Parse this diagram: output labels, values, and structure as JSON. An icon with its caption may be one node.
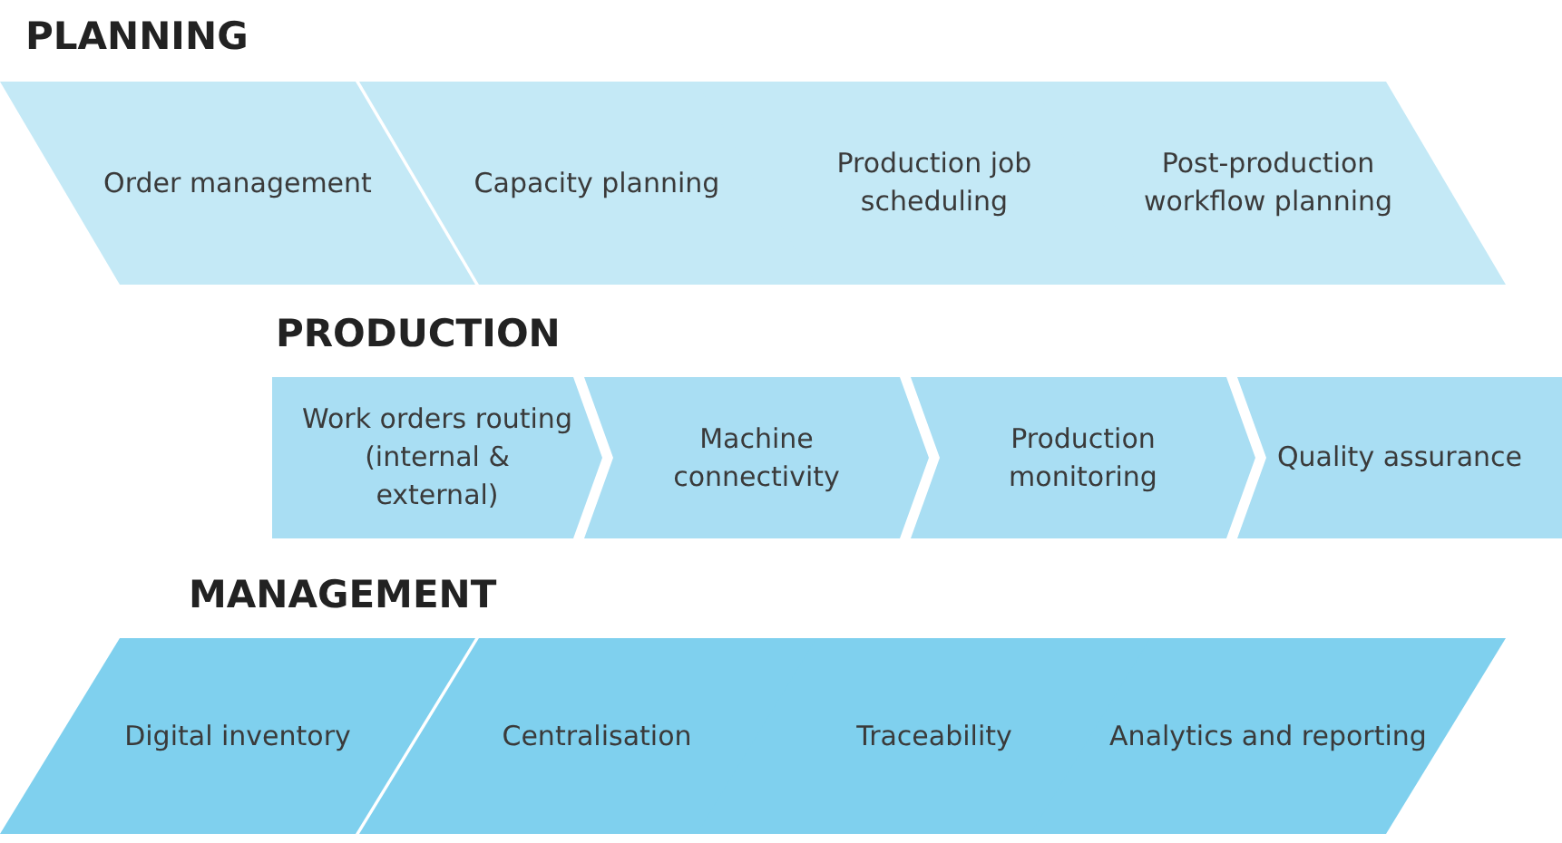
{
  "diagram": {
    "nodes": [
      {
        "text": [
          "Order management"
        ]
      },
      {
        "text": [
          "Capacity planning"
        ]
      },
      {
        "text": [
          "Production job scheduling"
        ]
      },
      {
        "text": [
          "Post-production workflow planning"
        ]
      },
      {
        "text": [
          "Work orders routing (internal & external)"
        ]
      },
      {
        "text": [
          "Machine connectivity"
        ]
      },
      {
        "text": [
          "Production monitoring"
        ]
      },
      {
        "text": [
          "Quality assurance"
        ]
      },
      {
        "text": [
          "Digital inventory"
        ]
      },
      {
        "text": [
          "Centralisation"
        ]
      },
      {
        "text": [
          "Traceability"
        ]
      },
      {
        "text": [
          "Analytics and reporting"
        ]
      }
    ],
    "edges": [],
    "labels": [
      "PLANNING",
      "PRODUCTION",
      "MANAGEMENT"
    ]
  }
}
